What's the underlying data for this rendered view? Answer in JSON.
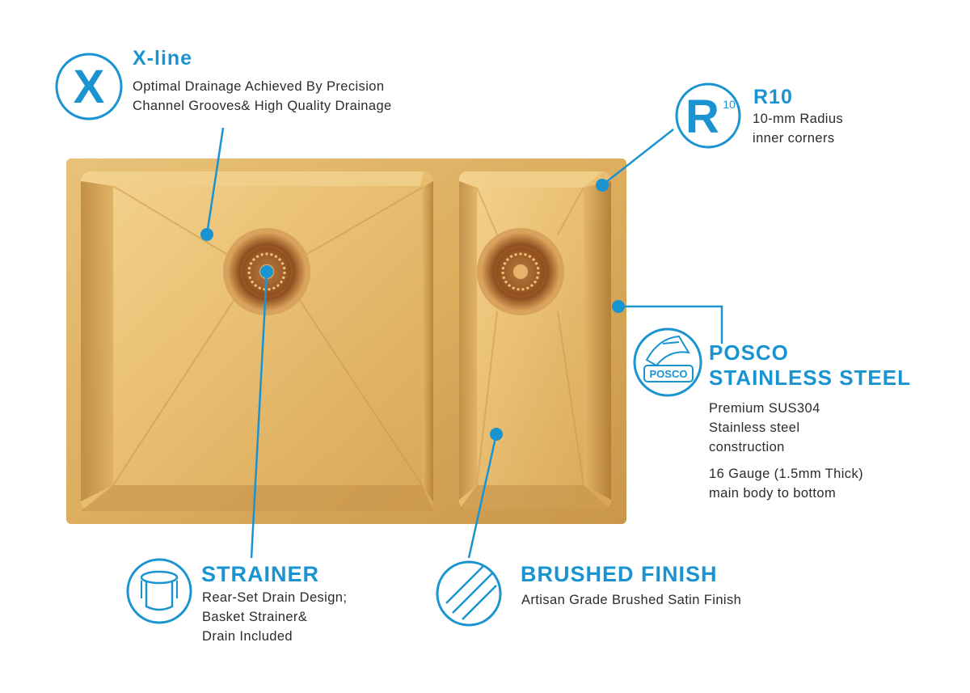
{
  "colors": {
    "accent": "#1a93d1",
    "sink_gold": "#d9ac5c",
    "drain_copper": "#b9712f"
  },
  "features": {
    "xline": {
      "icon_letter": "X",
      "title": "X-line",
      "lines": [
        "Optimal Drainage Achieved By Precision",
        "Channel Grooves& High Quality Drainage"
      ]
    },
    "r10": {
      "icon_letter": "R",
      "icon_sup": "10",
      "title": "R10",
      "lines": [
        "10-mm Radius",
        "inner corners"
      ]
    },
    "posco": {
      "icon_label": "POSCO",
      "title_lines": [
        "POSCO",
        "STAINLESS STEEL"
      ],
      "lines": [
        "Premium SUS304",
        "Stainless steel",
        "construction"
      ],
      "lines2": [
        "16 Gauge (1.5mm Thick)",
        "main body to bottom"
      ]
    },
    "strainer": {
      "title": "STRAINER",
      "lines": [
        "Rear-Set Drain Design;",
        "Basket Strainer&",
        "Drain Included"
      ]
    },
    "brushed": {
      "title": "BRUSHED FINISH",
      "lines": [
        "Artisan Grade Brushed Satin Finish"
      ]
    }
  }
}
